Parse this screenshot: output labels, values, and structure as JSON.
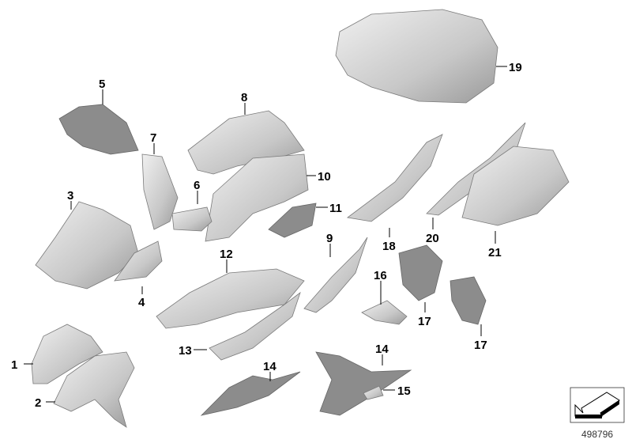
{
  "diagram": {
    "labels": [
      "1",
      "2",
      "3",
      "4",
      "5",
      "6",
      "7",
      "8",
      "9",
      "10",
      "11",
      "12",
      "13",
      "14",
      "14",
      "15",
      "16",
      "17",
      "17",
      "18",
      "19",
      "20",
      "21"
    ],
    "reference_number": "498796",
    "icon": "arrow-down-left-icon",
    "colors": {
      "part_light": "#e6e6e6",
      "part_dark": "#9a9a9a",
      "text": "#000000"
    }
  }
}
